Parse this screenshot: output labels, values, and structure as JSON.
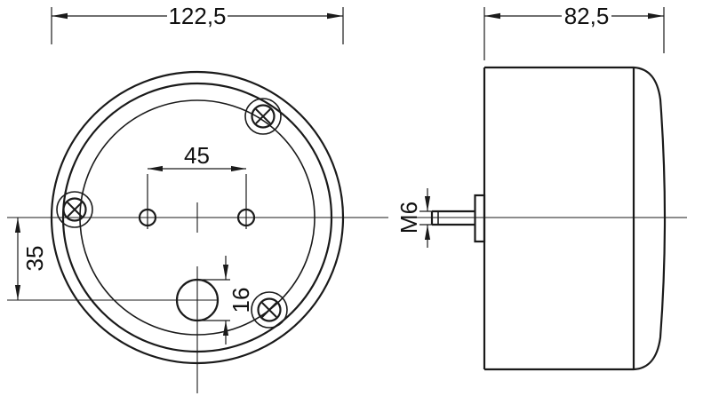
{
  "drawing": {
    "title": "round-lamp-technical-drawing",
    "front_view": {
      "dim_overall_diameter": "122,5",
      "dim_hole_spacing": "45",
      "dim_vertical_offset": "35",
      "dim_center_hole": "16"
    },
    "side_view": {
      "dim_depth": "82,5",
      "dim_stud_thread": "M6"
    }
  },
  "style": {
    "background": "#ffffff",
    "line_color": "#1a1a1a",
    "text_color": "#111111"
  }
}
